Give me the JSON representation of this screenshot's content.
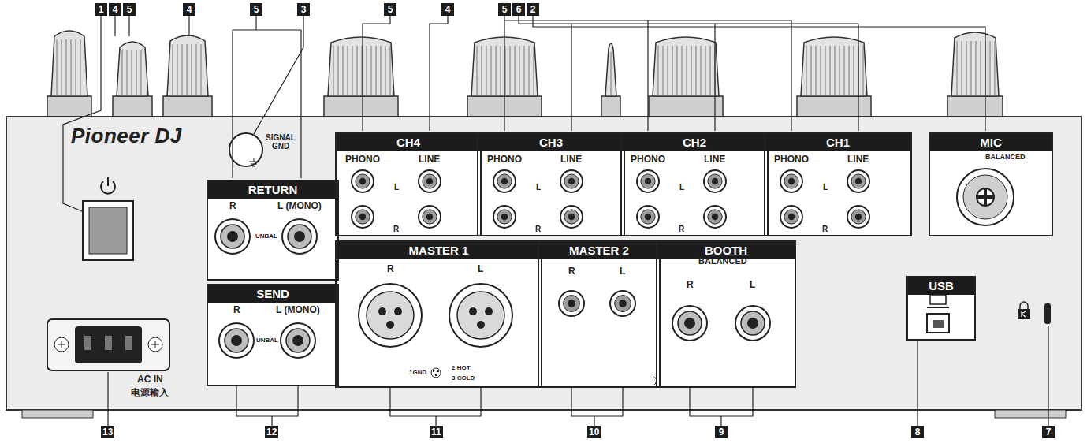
{
  "diagram": {
    "nodes": [
      {
        "text": [
          "RETURN"
        ]
      },
      {
        "text": [
          "SEND"
        ]
      },
      {
        "text": [
          "CH4"
        ]
      },
      {
        "text": [
          "CH3"
        ]
      },
      {
        "text": [
          "CH2"
        ]
      },
      {
        "text": [
          "CH1"
        ]
      },
      {
        "text": [
          "MIC"
        ]
      },
      {
        "text": [
          "MASTER 1"
        ]
      },
      {
        "text": [
          "MASTER 2"
        ]
      },
      {
        "text": [
          "BOOTH"
        ]
      },
      {
        "text": [
          "USB"
        ]
      }
    ],
    "edges": [],
    "labels": [
      "1",
      "4",
      "5",
      "4",
      "5",
      "3",
      "5",
      "4",
      "5",
      "6",
      "2",
      "Pioneer DJ",
      "SIGNAL GND",
      "R",
      "UNBAL",
      "L (MONO)",
      "R",
      "UNBAL",
      "L (MONO)",
      "PHONO",
      "LINE",
      "L",
      "R",
      "PHONO",
      "LINE",
      "L",
      "R",
      "PHONO",
      "LINE",
      "L",
      "R",
      "PHONO",
      "LINE",
      "L",
      "R",
      "BALANCED",
      "R",
      "L",
      "1GND",
      "2 HOT",
      "3 COLD",
      "R",
      "L",
      "BALANCED",
      "R",
      "L",
      "AC IN",
      "电源输入",
      "13",
      "12",
      "11",
      "10",
      "9",
      "8",
      "7"
    ]
  }
}
